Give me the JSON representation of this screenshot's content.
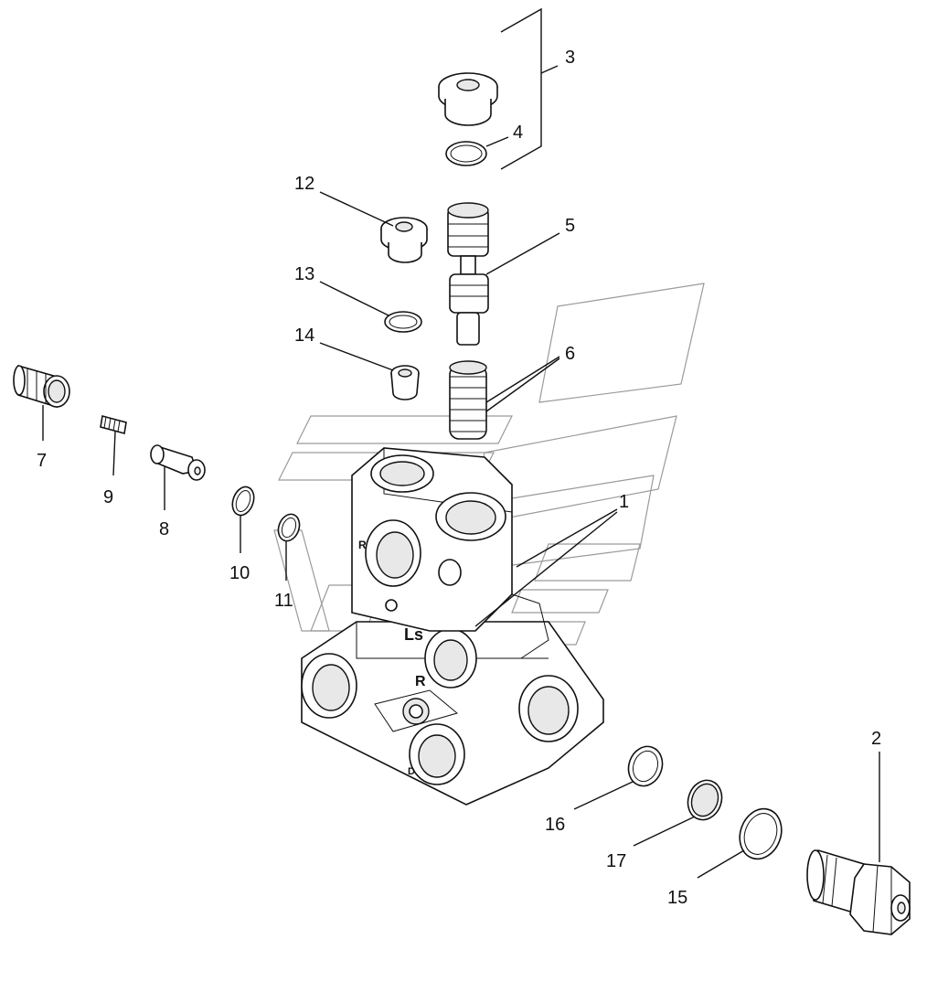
{
  "labels": {
    "n1": "1",
    "n2": "2",
    "n3": "3",
    "n4": "4",
    "n5": "5",
    "n6": "6",
    "n7": "7",
    "n8": "8",
    "n9": "9",
    "n10": "10",
    "n11": "11",
    "n12": "12",
    "n13": "13",
    "n14": "14",
    "n15": "15",
    "n16": "16",
    "n17": "17"
  },
  "body_marks": {
    "r_upper": "R",
    "ls": "Ls",
    "r_lower": "R",
    "d": "D"
  }
}
